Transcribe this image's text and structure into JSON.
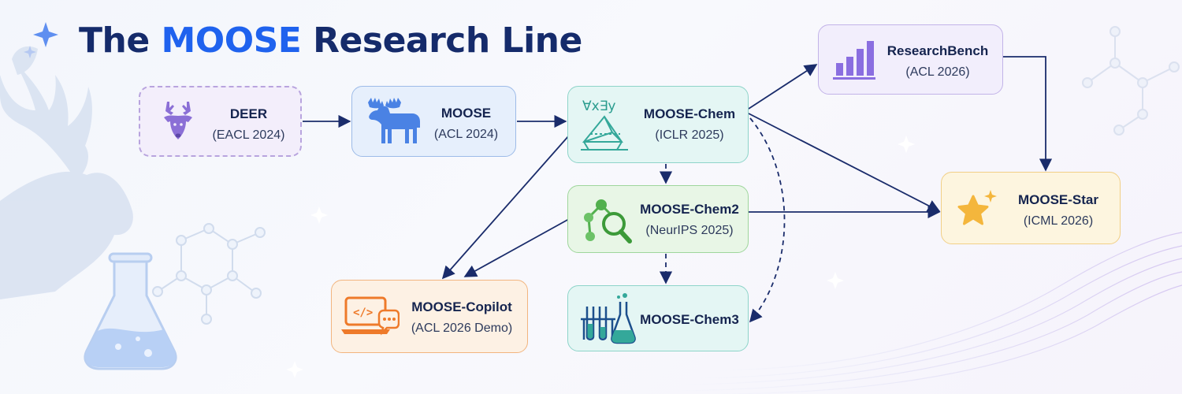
{
  "title": {
    "prefix": "The ",
    "accent": "MOOSE",
    "suffix": " Research Line"
  },
  "colors": {
    "title": "#152b6b",
    "accent": "#1f62ee",
    "arrow": "#1a2c6b",
    "deer": "#8b6fd6",
    "moose": "#4a82e4",
    "chem": "#34a89a",
    "chem2": "#52b04e",
    "copilot": "#ee7a2a",
    "bench": "#8a6ee0",
    "star": "#f4b63c"
  },
  "nodes": {
    "deer": {
      "name": "DEER",
      "venue": "(EACL 2024)",
      "icon": "deer-icon"
    },
    "moose": {
      "name": "MOOSE",
      "venue": "(ACL 2024)",
      "icon": "moose-icon"
    },
    "chem": {
      "name": "MOOSE-Chem",
      "venue": "(ICLR 2025)",
      "icon": "logic-pyramid-icon",
      "icon_text": "∀x∃y"
    },
    "chem2": {
      "name": "MOOSE-Chem2",
      "venue": "(NeurIPS 2025)",
      "icon": "molecule-search-icon"
    },
    "chem3": {
      "name": "MOOSE-Chem3",
      "venue": "",
      "icon": "lab-flask-icon"
    },
    "copilot": {
      "name": "MOOSE-Copilot",
      "venue": "(ACL 2026 Demo)",
      "icon": "laptop-code-icon",
      "icon_text": "</>"
    },
    "bench": {
      "name": "ResearchBench",
      "venue": "(ACL 2026)",
      "icon": "bar-chart-icon"
    },
    "star": {
      "name": "MOOSE-Star",
      "venue": "(ICML 2026)",
      "icon": "star-icon"
    }
  },
  "edges": [
    {
      "from": "deer",
      "to": "moose",
      "style": "solid"
    },
    {
      "from": "moose",
      "to": "chem",
      "style": "solid"
    },
    {
      "from": "chem",
      "to": "bench",
      "style": "solid"
    },
    {
      "from": "chem",
      "to": "star",
      "style": "solid"
    },
    {
      "from": "bench",
      "to": "star",
      "style": "solid"
    },
    {
      "from": "chem2",
      "to": "star",
      "style": "solid"
    },
    {
      "from": "chem",
      "to": "copilot",
      "style": "solid"
    },
    {
      "from": "chem2",
      "to": "copilot",
      "style": "solid"
    },
    {
      "from": "chem",
      "to": "chem2",
      "style": "dashed"
    },
    {
      "from": "chem2",
      "to": "chem3",
      "style": "dashed"
    },
    {
      "from": "chem",
      "to": "chem3",
      "style": "dashed"
    }
  ]
}
